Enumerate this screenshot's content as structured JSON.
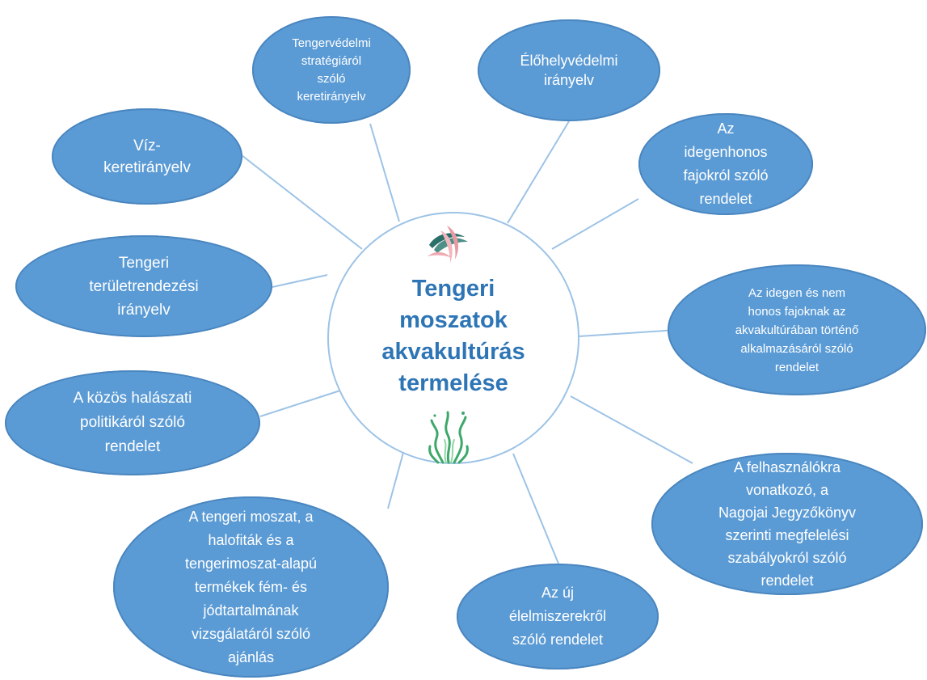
{
  "center": {
    "title": "Tengeri\nmoszatok\nakvakultúrás\ntermelése",
    "top_icon": "seaweed-leaves-icon",
    "bottom_icon": "seaweed-strands-icon"
  },
  "colors": {
    "node_fill": "#5b9bd5",
    "node_text": "#ffffff",
    "center_text": "#2e75b6",
    "connector": "#9dc3e6"
  },
  "nodes": [
    {
      "id": "tengervedelmi",
      "label": "Tengervédelmi\nstratégiáról\nszóló\nkeretirányelv"
    },
    {
      "id": "elohelyvedelmi",
      "label": "Élőhelyvédelmi\nirányelv"
    },
    {
      "id": "viz-keretiranyelv",
      "label": "Víz-\nkeretirányelv"
    },
    {
      "id": "idegenhonos",
      "label": "Az\nidegenhonos\nfajokról szóló\nrendelet"
    },
    {
      "id": "teruletrendezesi",
      "label": "Tengeri\nterületrendezési\nirányelv"
    },
    {
      "id": "idegen-nem-honos",
      "label": "Az idegen és nem\nhonos fajoknak az\nakvakultúrában történő\nalkalmazásáról szóló\nrendelet"
    },
    {
      "id": "halaszati",
      "label": "A közös halászati\npolitikáról szóló\nrendelet"
    },
    {
      "id": "nagojai",
      "label": "A felhasználókra\nvonatkozó, a\nNagojai Jegyzőkönyv\nszerinti megfelelési\nszabályokról szóló\nrendelet"
    },
    {
      "id": "fem-jod",
      "label": "A tengeri moszat, a\nhalofiták és a\ntengerimoszat-alapú\ntermékek fém- és\njódtartalmának\nvizsgálatáról szóló\najánlás"
    },
    {
      "id": "uj-elelmiszerek",
      "label": "Az új\nélelmiszerekről\nszóló rendelet"
    }
  ]
}
